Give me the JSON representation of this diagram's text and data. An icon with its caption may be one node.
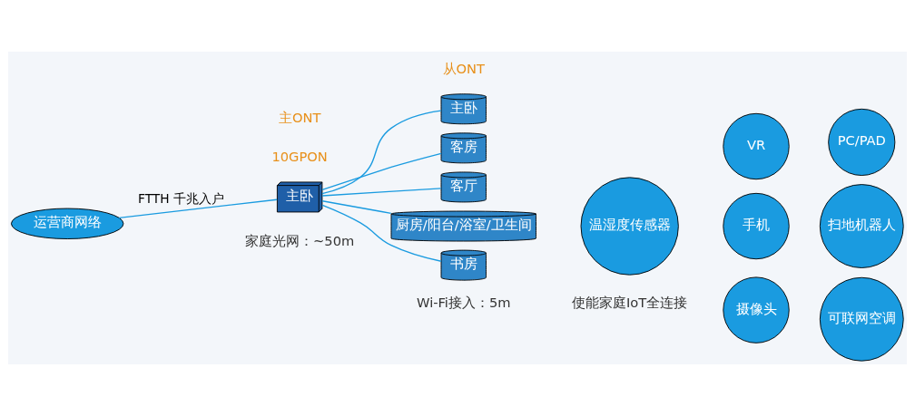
{
  "diagram": {
    "nodes": [
      {
        "text": [
          "运营商网络"
        ]
      },
      {
        "text": [
          "主卧"
        ]
      },
      {
        "text": [
          "主卧"
        ]
      },
      {
        "text": [
          "客房"
        ]
      },
      {
        "text": [
          "客厅"
        ]
      },
      {
        "text": [
          "厨房/阳台/浴室/卫生间"
        ]
      },
      {
        "text": [
          "书房"
        ]
      },
      {
        "text": [
          "温湿度传感器"
        ]
      },
      {
        "text": [
          "VR"
        ]
      },
      {
        "text": [
          "PC/PAD"
        ]
      },
      {
        "text": [
          "手机"
        ]
      },
      {
        "text": [
          "扫地机器人"
        ]
      },
      {
        "text": [
          "摄像头"
        ]
      },
      {
        "text": [
          "可联网空调"
        ]
      }
    ],
    "edges": [
      {
        "from": 0,
        "to": 1,
        "arrow": "none",
        "label": "FTTH 千兆入户"
      },
      {
        "from": 1,
        "to": 2,
        "arrow": "none"
      },
      {
        "from": 1,
        "to": 3,
        "arrow": "none"
      },
      {
        "from": 1,
        "to": 4,
        "arrow": "none"
      },
      {
        "from": 1,
        "to": 5,
        "arrow": "none"
      },
      {
        "from": 1,
        "to": 6,
        "arrow": "none"
      }
    ],
    "labels": [
      "10GPON",
      "主ONT",
      "从ONT",
      "家庭光网：~50m",
      "Wi-Fi接入：5m",
      "使能家庭IoT全连接"
    ]
  }
}
